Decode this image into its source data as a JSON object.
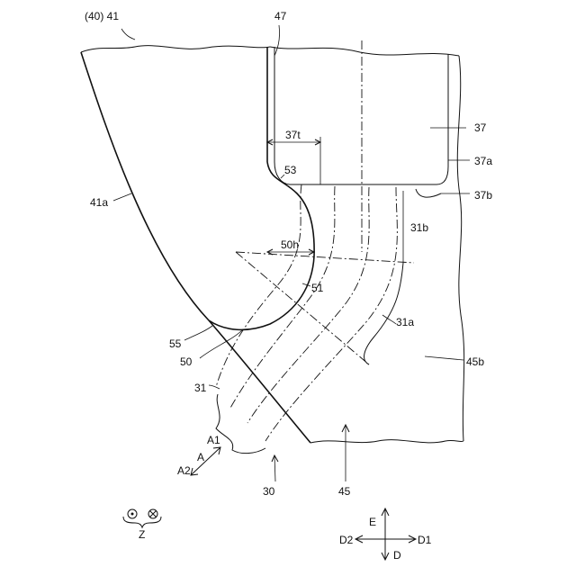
{
  "figure": {
    "labels": {
      "l40_41": "(40) 41",
      "l47": "47",
      "l37t": "37t",
      "l37": "37",
      "l37a": "37a",
      "l37b": "37b",
      "l53": "53",
      "l41a": "41a",
      "l31b": "31b",
      "l50h": "50h",
      "l51": "51",
      "l55": "55",
      "l31a": "31a",
      "l50": "50",
      "l45b": "45b",
      "l31": "31",
      "lA1": "A1",
      "lA": "A",
      "lA2": "A2",
      "l30": "30",
      "l45": "45",
      "lZ": "Z",
      "lE": "E",
      "lD2": "D2",
      "lD1": "D1",
      "lD": "D"
    }
  }
}
